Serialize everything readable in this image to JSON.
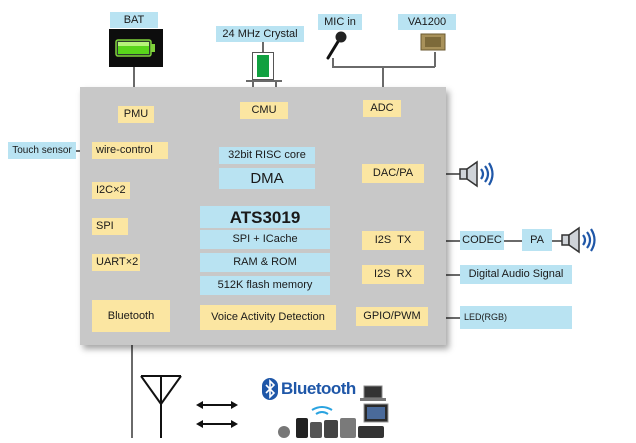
{
  "external": {
    "bat": "BAT",
    "crystal": "24 MHz Crystal",
    "mic_in": "MIC in",
    "va1200": "VA1200",
    "touch_sensor": "Touch sensor",
    "codec": "CODEC",
    "pa": "PA",
    "digital_audio_signal": "Digital Audio Signal",
    "led": "LED(RGB)"
  },
  "chip": {
    "pmu": "PMU",
    "cmu": "CMU",
    "adc": "ADC",
    "wire_control": "wire-control",
    "i2c": "I2C×2",
    "spi": "SPI",
    "uart": "UART×2",
    "bluetooth": "Bluetooth",
    "risc_core": "32bit RISC core",
    "dma": "DMA",
    "ats": "ATS3019",
    "spi_icache": "SPI + ICache",
    "ram_rom": "RAM & ROM",
    "flash": "512K flash memory",
    "vad": "Voice Activity Detection",
    "dac_pa": "DAC/PA",
    "i2s_tx": "I2S  TX",
    "i2s_rx": "I2S  RX",
    "gpio_pwm": "GPIO/PWM"
  },
  "bottom": {
    "bluetooth_logo": "Bluetooth"
  },
  "colors": {
    "chip": "#c8c8c8",
    "yellow_block": "#fbe6a2",
    "blue_block": "#b9e3f2",
    "bluetooth_blue": "#1f57a8"
  }
}
